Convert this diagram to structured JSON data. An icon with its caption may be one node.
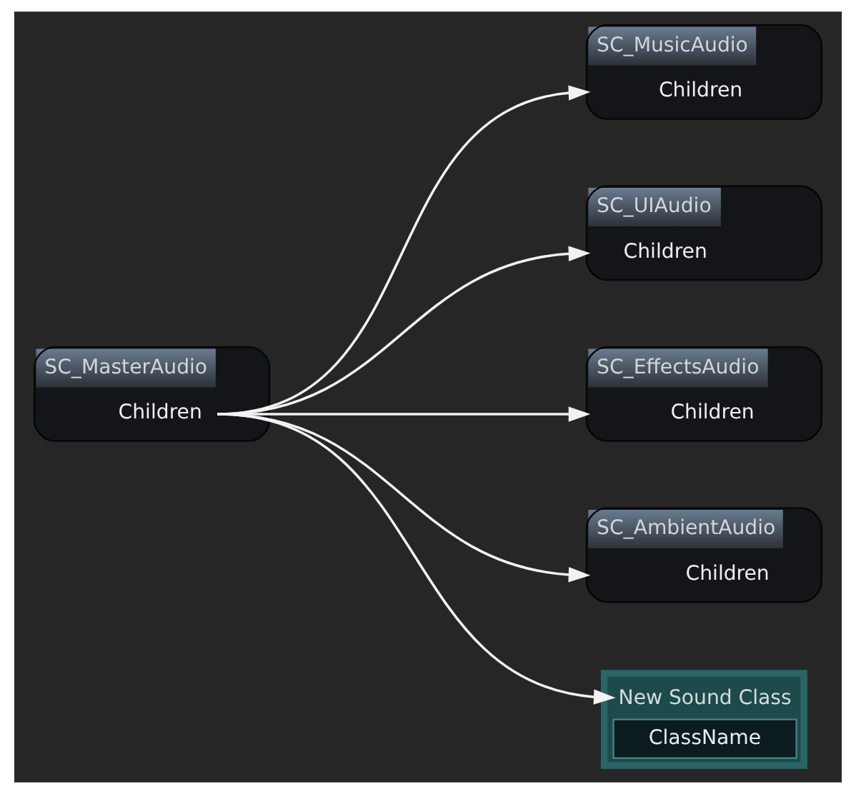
{
  "diagram": {
    "nodes": [
      {
        "text": [
          "SC_MasterAudio",
          "Children"
        ]
      },
      {
        "text": [
          "SC_MusicAudio",
          "Children"
        ]
      },
      {
        "text": [
          "SC_UIAudio",
          "Children"
        ]
      },
      {
        "text": [
          "SC_EffectsAudio",
          "Children"
        ]
      },
      {
        "text": [
          "SC_AmbientAudio",
          "Children"
        ]
      },
      {
        "text": [
          "New Sound Class",
          "ClassName"
        ]
      }
    ],
    "edges": [
      {
        "from": 0,
        "to": 1,
        "arrow": "to"
      },
      {
        "from": 0,
        "to": 2,
        "arrow": "to"
      },
      {
        "from": 0,
        "to": 3,
        "arrow": "to"
      },
      {
        "from": 0,
        "to": 4,
        "arrow": "to"
      },
      {
        "from": 0,
        "to": 5,
        "arrow": "to"
      }
    ]
  }
}
